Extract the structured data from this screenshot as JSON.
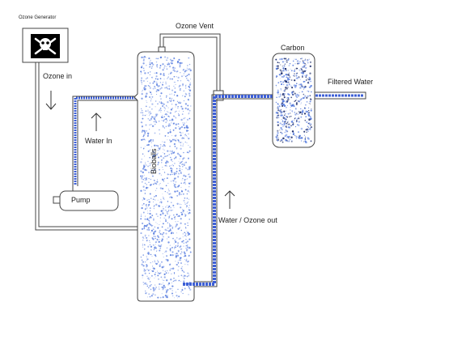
{
  "labels": {
    "generator": "Ozone Generator",
    "ozone_vent": "Ozone Vent",
    "ozone_in": "Ozone in",
    "water_in": "Water In",
    "pump": "Pump",
    "bioballs": "Bioballs",
    "water_ozone_out": "Water / Ozone out",
    "carbon": "Carbon",
    "filtered_water": "Filtered Water"
  },
  "icons": {
    "generator_icon": "skull-crossbones-icon",
    "ozone_in_arrow": "arrow-down-icon",
    "water_in_arrow": "arrow-up-icon",
    "water_out_arrow": "arrow-up-icon"
  },
  "colors": {
    "pipe": "#444444",
    "water": "#3d5fd6",
    "media": "#5a7fe0",
    "carbon_dark": "#1a2a6a",
    "generator_bg": "#000000"
  }
}
